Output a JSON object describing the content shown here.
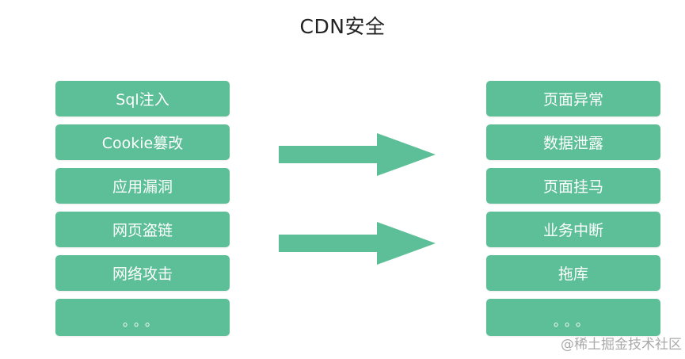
{
  "title": "CDN安全",
  "left_items": [
    "Sql注入",
    "Cookie篡改",
    "应用漏洞",
    "网页盗链",
    "网络攻击",
    "。。。"
  ],
  "right_items": [
    "页面异常",
    "数据泄露",
    "页面挂马",
    "业务中断",
    "拖库",
    "。。。"
  ],
  "watermark": "@稀土掘金技术社区",
  "colors": {
    "box": "#5cbf97",
    "arrow": "#5cbf97",
    "text": "#ffffff",
    "title": "#222222"
  }
}
